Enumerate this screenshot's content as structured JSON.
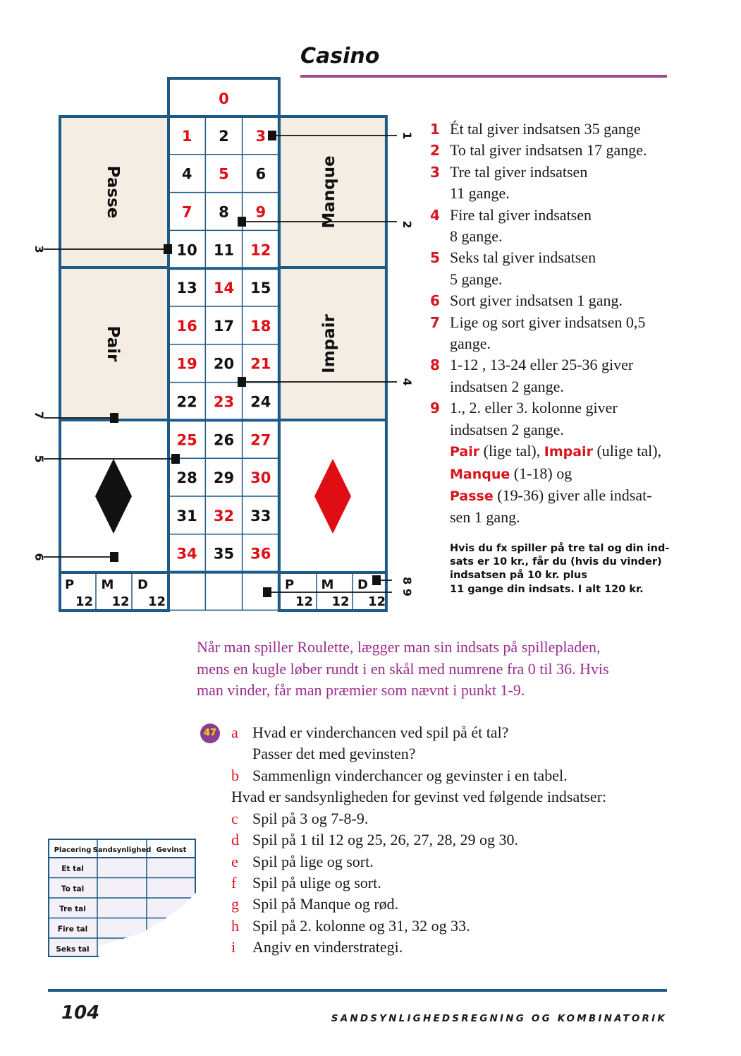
{
  "header": {
    "title": "Casino"
  },
  "board": {
    "zero": "0",
    "numbers": [
      {
        "n": "1",
        "c": "red"
      },
      {
        "n": "2",
        "c": "black"
      },
      {
        "n": "3",
        "c": "red"
      },
      {
        "n": "4",
        "c": "black"
      },
      {
        "n": "5",
        "c": "red"
      },
      {
        "n": "6",
        "c": "black"
      },
      {
        "n": "7",
        "c": "red"
      },
      {
        "n": "8",
        "c": "black"
      },
      {
        "n": "9",
        "c": "red"
      },
      {
        "n": "10",
        "c": "black"
      },
      {
        "n": "11",
        "c": "black"
      },
      {
        "n": "12",
        "c": "red"
      },
      {
        "n": "13",
        "c": "black"
      },
      {
        "n": "14",
        "c": "red"
      },
      {
        "n": "15",
        "c": "black"
      },
      {
        "n": "16",
        "c": "red"
      },
      {
        "n": "17",
        "c": "black"
      },
      {
        "n": "18",
        "c": "red"
      },
      {
        "n": "19",
        "c": "red"
      },
      {
        "n": "20",
        "c": "black"
      },
      {
        "n": "21",
        "c": "red"
      },
      {
        "n": "22",
        "c": "black"
      },
      {
        "n": "23",
        "c": "red"
      },
      {
        "n": "24",
        "c": "black"
      },
      {
        "n": "25",
        "c": "red"
      },
      {
        "n": "26",
        "c": "black"
      },
      {
        "n": "27",
        "c": "red"
      },
      {
        "n": "28",
        "c": "black"
      },
      {
        "n": "29",
        "c": "black"
      },
      {
        "n": "30",
        "c": "red"
      },
      {
        "n": "31",
        "c": "black"
      },
      {
        "n": "32",
        "c": "red"
      },
      {
        "n": "33",
        "c": "black"
      },
      {
        "n": "34",
        "c": "red"
      },
      {
        "n": "35",
        "c": "black"
      },
      {
        "n": "36",
        "c": "red"
      }
    ],
    "passe": "Passe",
    "pair": "Pair",
    "manque": "Manque",
    "impair": "Impair",
    "dozen_letters": [
      "P",
      "M",
      "D"
    ],
    "dozen_value": "12",
    "pointer_labels": [
      "1",
      "2",
      "3",
      "4",
      "5",
      "6",
      "7",
      "8",
      "9"
    ],
    "colors": {
      "red": "#e00d15",
      "black": "#111111",
      "board_line": "#1d5a86",
      "panel_fill": "#f3ede4"
    }
  },
  "rules": [
    {
      "num": "1",
      "lines": [
        "Ét tal giver indsatsen 35 gange"
      ]
    },
    {
      "num": "2",
      "lines": [
        "To tal giver indsatsen 17 gange."
      ]
    },
    {
      "num": "3",
      "lines": [
        "Tre tal giver indsatsen",
        "11 gange."
      ]
    },
    {
      "num": "4",
      "lines": [
        "Fire tal giver indsatsen",
        "8 gange."
      ]
    },
    {
      "num": "5",
      "lines": [
        "Seks tal giver indsatsen",
        "5 gange."
      ]
    },
    {
      "num": "6",
      "lines": [
        "Sort giver indsatsen 1 gang."
      ]
    },
    {
      "num": "7",
      "lines": [
        "Lige og sort giver indsatsen 0,5",
        "gange."
      ]
    },
    {
      "num": "8",
      "lines": [
        "1-12 , 13-24 eller 25-36 giver",
        "indsatsen 2 gange."
      ]
    },
    {
      "num": "9",
      "lines": [
        "1., 2. eller 3. kolonne giver",
        "indsatsen 2 gange."
      ]
    }
  ],
  "even_money": {
    "pair": "Pair",
    "pair_desc": " (lige tal), ",
    "impair": "Impair",
    "impair_desc": " (ulige tal),",
    "manque": "Manque",
    "manque_desc": " (1-18) og",
    "passe": "Passe",
    "passe_desc": " (19-36) giver alle indsat-",
    "last": "sen 1 gang."
  },
  "example": [
    "Hvis du fx spiller på tre tal og din ind-",
    "sats er 10 kr., får du (hvis du vinder)",
    "indsatsen på 10 kr. plus",
    "11 gange din indsats. I alt 120 kr."
  ],
  "intro": [
    "Når man spiller Roulette, lægger man sin indsats på spillepladen,",
    "mens en kugle løber rundt i en skål med numrene fra 0 til 36. Hvis",
    "man vinder, får man præmier som nævnt i punkt 1-9."
  ],
  "exercise": {
    "number": "47",
    "a": {
      "letter": "a",
      "lines": [
        "Hvad er vinderchancen ved spil på ét tal?",
        "Passer det med gevinsten?"
      ]
    },
    "b": {
      "letter": "b",
      "text": "Sammenlign vinderchancer og gevinster i en tabel."
    },
    "lead": "Hvad er sandsynligheden for gevinst ved følgende indsatser:",
    "items": [
      {
        "letter": "c",
        "text": "Spil på 3 og 7-8-9."
      },
      {
        "letter": "d",
        "text": "Spil på 1 til 12 og 25, 26, 27, 28, 29 og 30."
      },
      {
        "letter": "e",
        "text": "Spil på lige og sort."
      },
      {
        "letter": "f",
        "text": "Spil på ulige og sort."
      },
      {
        "letter": "g",
        "text": "Spil på Manque og rød."
      },
      {
        "letter": "h",
        "text": "Spil på 2. kolonne og 31, 32 og 33."
      },
      {
        "letter": "i",
        "text": "Angiv en vinderstrategi."
      }
    ]
  },
  "mini_table": {
    "headers": [
      "Placering",
      "Sandsynlighed",
      "Gevinst"
    ],
    "rows": [
      "Et tal",
      "To tal",
      "Tre tal",
      "Fire tal",
      "Seks tal"
    ]
  },
  "footer": {
    "page": "104",
    "chapter": "SANDSYNLIGHEDSREGNING OG KOMBINATORIK"
  }
}
